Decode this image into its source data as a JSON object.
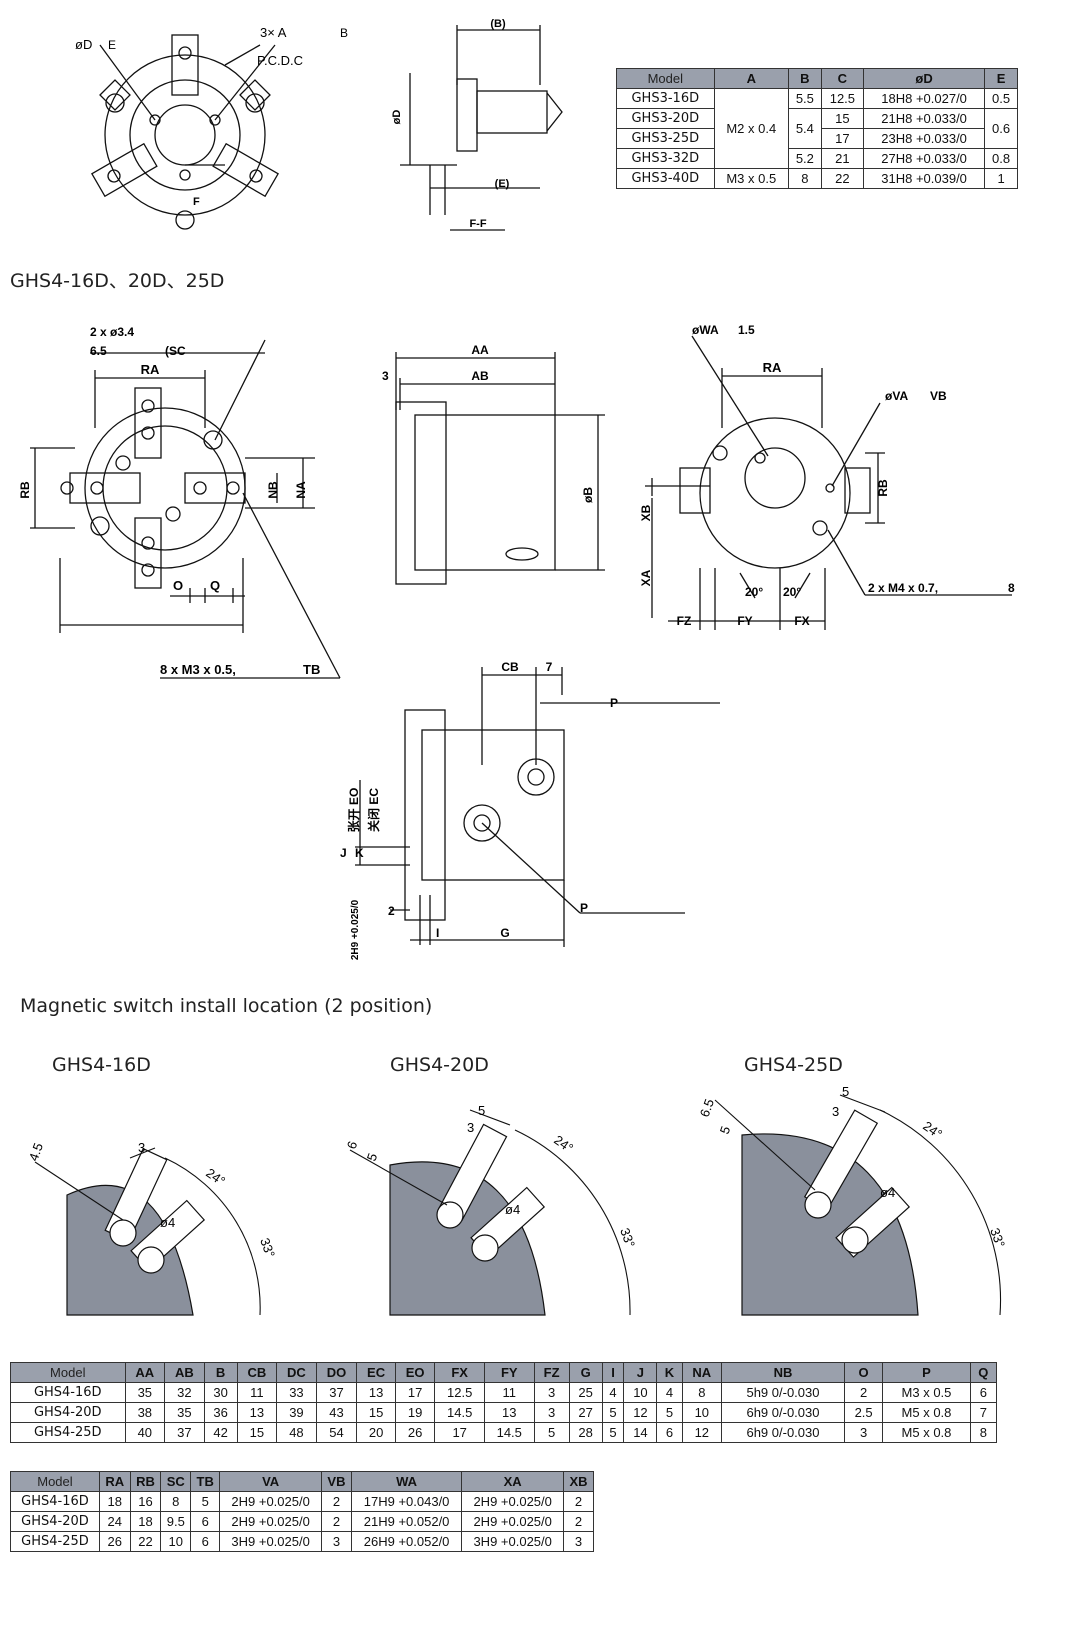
{
  "ghs3_table": {
    "headers": [
      "Model",
      "A",
      "B",
      "C",
      "øD",
      "E"
    ],
    "rows": [
      {
        "model": "GHS3-16D",
        "a": "M2 x 0.4",
        "b": "5.5",
        "c": "12.5",
        "d": "18H8 +0.027/0",
        "e": "0.5"
      },
      {
        "model": "GHS3-20D",
        "a": "",
        "b": "5.4",
        "c": "15",
        "d": "21H8 +0.033/0",
        "e": "0.6"
      },
      {
        "model": "GHS3-25D",
        "a": "",
        "b": "",
        "c": "17",
        "d": "23H8 +0.033/0",
        "e": ""
      },
      {
        "model": "GHS3-32D",
        "a": "",
        "b": "5.2",
        "c": "21",
        "d": "27H8 +0.033/0",
        "e": "0.8"
      },
      {
        "model": "GHS3-40D",
        "a": "M3 x 0.5",
        "b": "8",
        "c": "22",
        "d": "31H8 +0.039/0",
        "e": "1"
      }
    ]
  },
  "ghs3_drawing_labels": {
    "phi_d": "øD",
    "e": "E",
    "three_a": "3× A",
    "b": "B",
    "pcdc": "P.C.D.C",
    "f": "F",
    "b_paren": "(B)",
    "e_paren": "(E)",
    "phi_d_vert": "øD",
    "ff": "F-F"
  },
  "section_title_ghs4": "GHS4-16D、20D、25D",
  "ghs4_front_labels": {
    "two_x_phi34": "2 x ø3.4",
    "d65": "6.5",
    "sc": "(SC",
    "ra": "RA",
    "rb": "RB",
    "nb": "NB",
    "na": "NA",
    "o": "O",
    "q": "Q",
    "eight_m3": "8 x M3 x 0.5,",
    "tb": "TB"
  },
  "ghs4_side_labels": {
    "aa": "AA",
    "three": "3",
    "ab": "AB",
    "phi_b": "øB"
  },
  "ghs4_back_labels": {
    "phi_wa": "øWA",
    "d15": "1.5",
    "ra": "RA",
    "phi_va": "øVA",
    "vb": "VB",
    "rb": "RB",
    "xb": "XB",
    "xa": "XA",
    "twenty1": "20°",
    "twenty2": "20°",
    "fz": "FZ",
    "fy": "FY",
    "fx": "FX",
    "two_m4": "2 x M4 x 0.7,",
    "eight": "8"
  },
  "ghs4_section_labels": {
    "cb": "CB",
    "seven": "7",
    "p1": "P",
    "p2": "P",
    "eo": "张开 EO",
    "ec": "关闭 EC",
    "k": "K",
    "j": "J",
    "tol": "2H9 +0.025/0",
    "two": "2",
    "i": "I",
    "g": "G"
  },
  "magnetic_title": "Magnetic switch install location (2 position)",
  "magnetic_views": [
    {
      "model": "GHS4-16D",
      "d1": "4.5",
      "d2": "3",
      "phi": "ø4",
      "a1": "24°",
      "a2": "33°"
    },
    {
      "model": "GHS4-20D",
      "d0": "6",
      "d1": "5",
      "d2": "3",
      "d3": "5",
      "phi": "ø4",
      "a1": "24°",
      "a2": "33°"
    },
    {
      "model": "GHS4-25D",
      "d0": "6.5",
      "d1": "5",
      "d2": "3",
      "d3": "5",
      "phi": "ø4",
      "a1": "24°",
      "a2": "33°"
    }
  ],
  "colors": {
    "header_fill": "#9aa0ac",
    "body_fill": "#8a909c"
  },
  "ghs4_table1": {
    "headers": [
      "Model",
      "AA",
      "AB",
      "B",
      "CB",
      "DC",
      "DO",
      "EC",
      "EO",
      "FX",
      "FY",
      "FZ",
      "G",
      "I",
      "J",
      "K",
      "NA",
      "NB",
      "O",
      "P",
      "Q"
    ],
    "rows": [
      [
        "GHS4-16D",
        "35",
        "32",
        "30",
        "11",
        "33",
        "37",
        "13",
        "17",
        "12.5",
        "11",
        "3",
        "25",
        "4",
        "10",
        "4",
        "8",
        "5h9 0/-0.030",
        "2",
        "M3 x 0.5",
        "6"
      ],
      [
        "GHS4-20D",
        "38",
        "35",
        "36",
        "13",
        "39",
        "43",
        "15",
        "19",
        "14.5",
        "13",
        "3",
        "27",
        "5",
        "12",
        "5",
        "10",
        "6h9 0/-0.030",
        "2.5",
        "M5 x 0.8",
        "7"
      ],
      [
        "GHS4-25D",
        "40",
        "37",
        "42",
        "15",
        "48",
        "54",
        "20",
        "26",
        "17",
        "14.5",
        "5",
        "28",
        "5",
        "14",
        "6",
        "12",
        "6h9 0/-0.030",
        "3",
        "M5 x 0.8",
        "8"
      ]
    ]
  },
  "ghs4_table2": {
    "headers": [
      "Model",
      "RA",
      "RB",
      "SC",
      "TB",
      "VA",
      "VB",
      "WA",
      "XA",
      "XB"
    ],
    "rows": [
      [
        "GHS4-16D",
        "18",
        "16",
        "8",
        "5",
        "2H9 +0.025/0",
        "2",
        "17H9 +0.043/0",
        "2H9 +0.025/0",
        "2"
      ],
      [
        "GHS4-20D",
        "24",
        "18",
        "9.5",
        "6",
        "2H9 +0.025/0",
        "2",
        "21H9 +0.052/0",
        "2H9 +0.025/0",
        "2"
      ],
      [
        "GHS4-25D",
        "26",
        "22",
        "10",
        "6",
        "3H9 +0.025/0",
        "3",
        "26H9 +0.052/0",
        "3H9 +0.025/0",
        "3"
      ]
    ]
  }
}
